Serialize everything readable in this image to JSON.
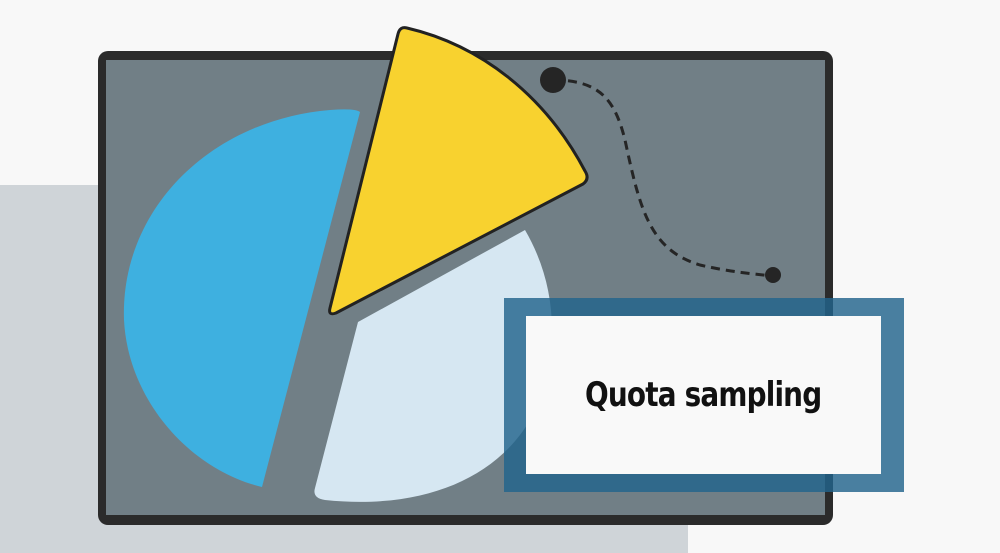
{
  "title": "Quota sampling",
  "colors": {
    "background": "#f8f8f8",
    "background_block": "#cfd4d8",
    "screen": "#717f86",
    "screen_border": "#2b2b2b",
    "pie_blue": "#3eb0e0",
    "pie_yellow": "#f8d22f",
    "pie_light": "#d6e7f2",
    "label_frame": "#2c6a8c",
    "label_card": "#f9f9f9"
  },
  "illustration": {
    "elements": [
      "monitor-screen",
      "pie-slice-blue",
      "pie-slice-yellow",
      "pie-slice-light",
      "dashed-path",
      "label-card"
    ]
  }
}
